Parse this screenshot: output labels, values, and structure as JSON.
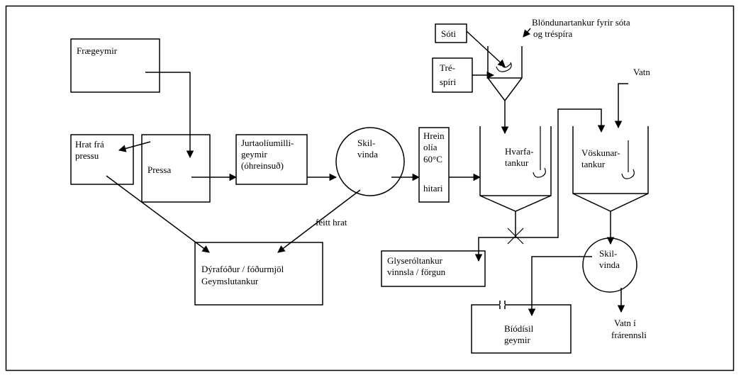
{
  "labels": {
    "fraegeymir": "Frægeymir",
    "hrat_1": "Hrat frá",
    "hrat_2": "pressu",
    "pressa": "Pressa",
    "jurta_1": "Jurtaolíumilli-",
    "jurta_2": "geymir",
    "jurta_3": "(óhreinsuð)",
    "skilvinda1_1": "Skil-",
    "skilvinda1_2": "vinda",
    "hrein_1": "Hrein",
    "hrein_2": "olía",
    "hrein_3": "60°C",
    "hrein_4": "hitari",
    "feitt_hrat": "feitt hrat",
    "dyrafodur_1": "Dýrafóður / fóðurmjöl",
    "dyrafodur_2": "Geymslutankur",
    "soti": "Sóti",
    "trespiri_1": "Tré-",
    "trespiri_2": "spíri",
    "blondun_1": "Blöndunartankur fyrir sóta",
    "blondun_2": "og tréspíra",
    "hvarfa_1": "Hvarfa-",
    "hvarfa_2": "tankur",
    "vatn": "Vatn",
    "voskunar_1": "Vöskunar-",
    "voskunar_2": "tankur",
    "glyserol_1": "Glyseróltankur",
    "glyserol_2": "vinnsla / förgun",
    "skilvinda2_1": "Skil-",
    "skilvinda2_2": "vinda",
    "biodisil_1": "Bíódísil",
    "biodisil_2": "geymir",
    "vatn_ut_1": "Vatn í",
    "vatn_ut_2": "frárennsli"
  }
}
